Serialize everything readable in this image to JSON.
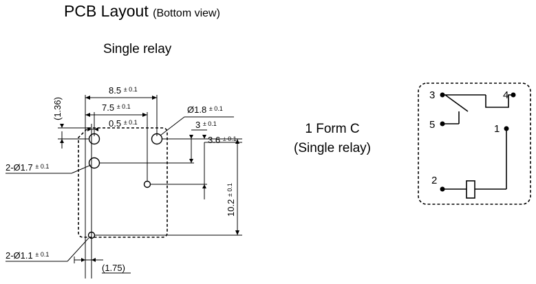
{
  "header": {
    "title": "PCB Layout",
    "title_note": "(Bottom view)",
    "subtitle": "Single relay"
  },
  "layout_drawing": {
    "dim_8_5": {
      "value": "8.5",
      "tol": "± 0.1"
    },
    "dim_7_5": {
      "value": "7.5",
      "tol": "± 0.1"
    },
    "dim_0_5": {
      "value": "0.5",
      "tol": "± 0.1"
    },
    "dim_1_36": "(1.36)",
    "dim_dia_1_8": {
      "value": "Ø1.8",
      "tol": "± 0.1"
    },
    "dim_3": {
      "value": "3",
      "tol": "± 0.1"
    },
    "dim_3_6": {
      "value": "3.6",
      "tol": "± 0.1"
    },
    "dim_10_2": {
      "value": "10.2",
      "tol": "± 0.1"
    },
    "dim_dia_1_7": {
      "value": "2-Ø1.7",
      "tol": "± 0.1"
    },
    "dim_dia_1_1": {
      "value": "2-Ø1.1",
      "tol": "± 0.1"
    },
    "dim_1_75": "(1.75)"
  },
  "schematic": {
    "form_label_line1": "1 Form C",
    "form_label_line2": "(Single relay)",
    "pins": {
      "p1": "1",
      "p2": "2",
      "p3": "3",
      "p4": "4",
      "p5": "5"
    }
  },
  "colors": {
    "line": "#000000",
    "background": "#ffffff"
  }
}
